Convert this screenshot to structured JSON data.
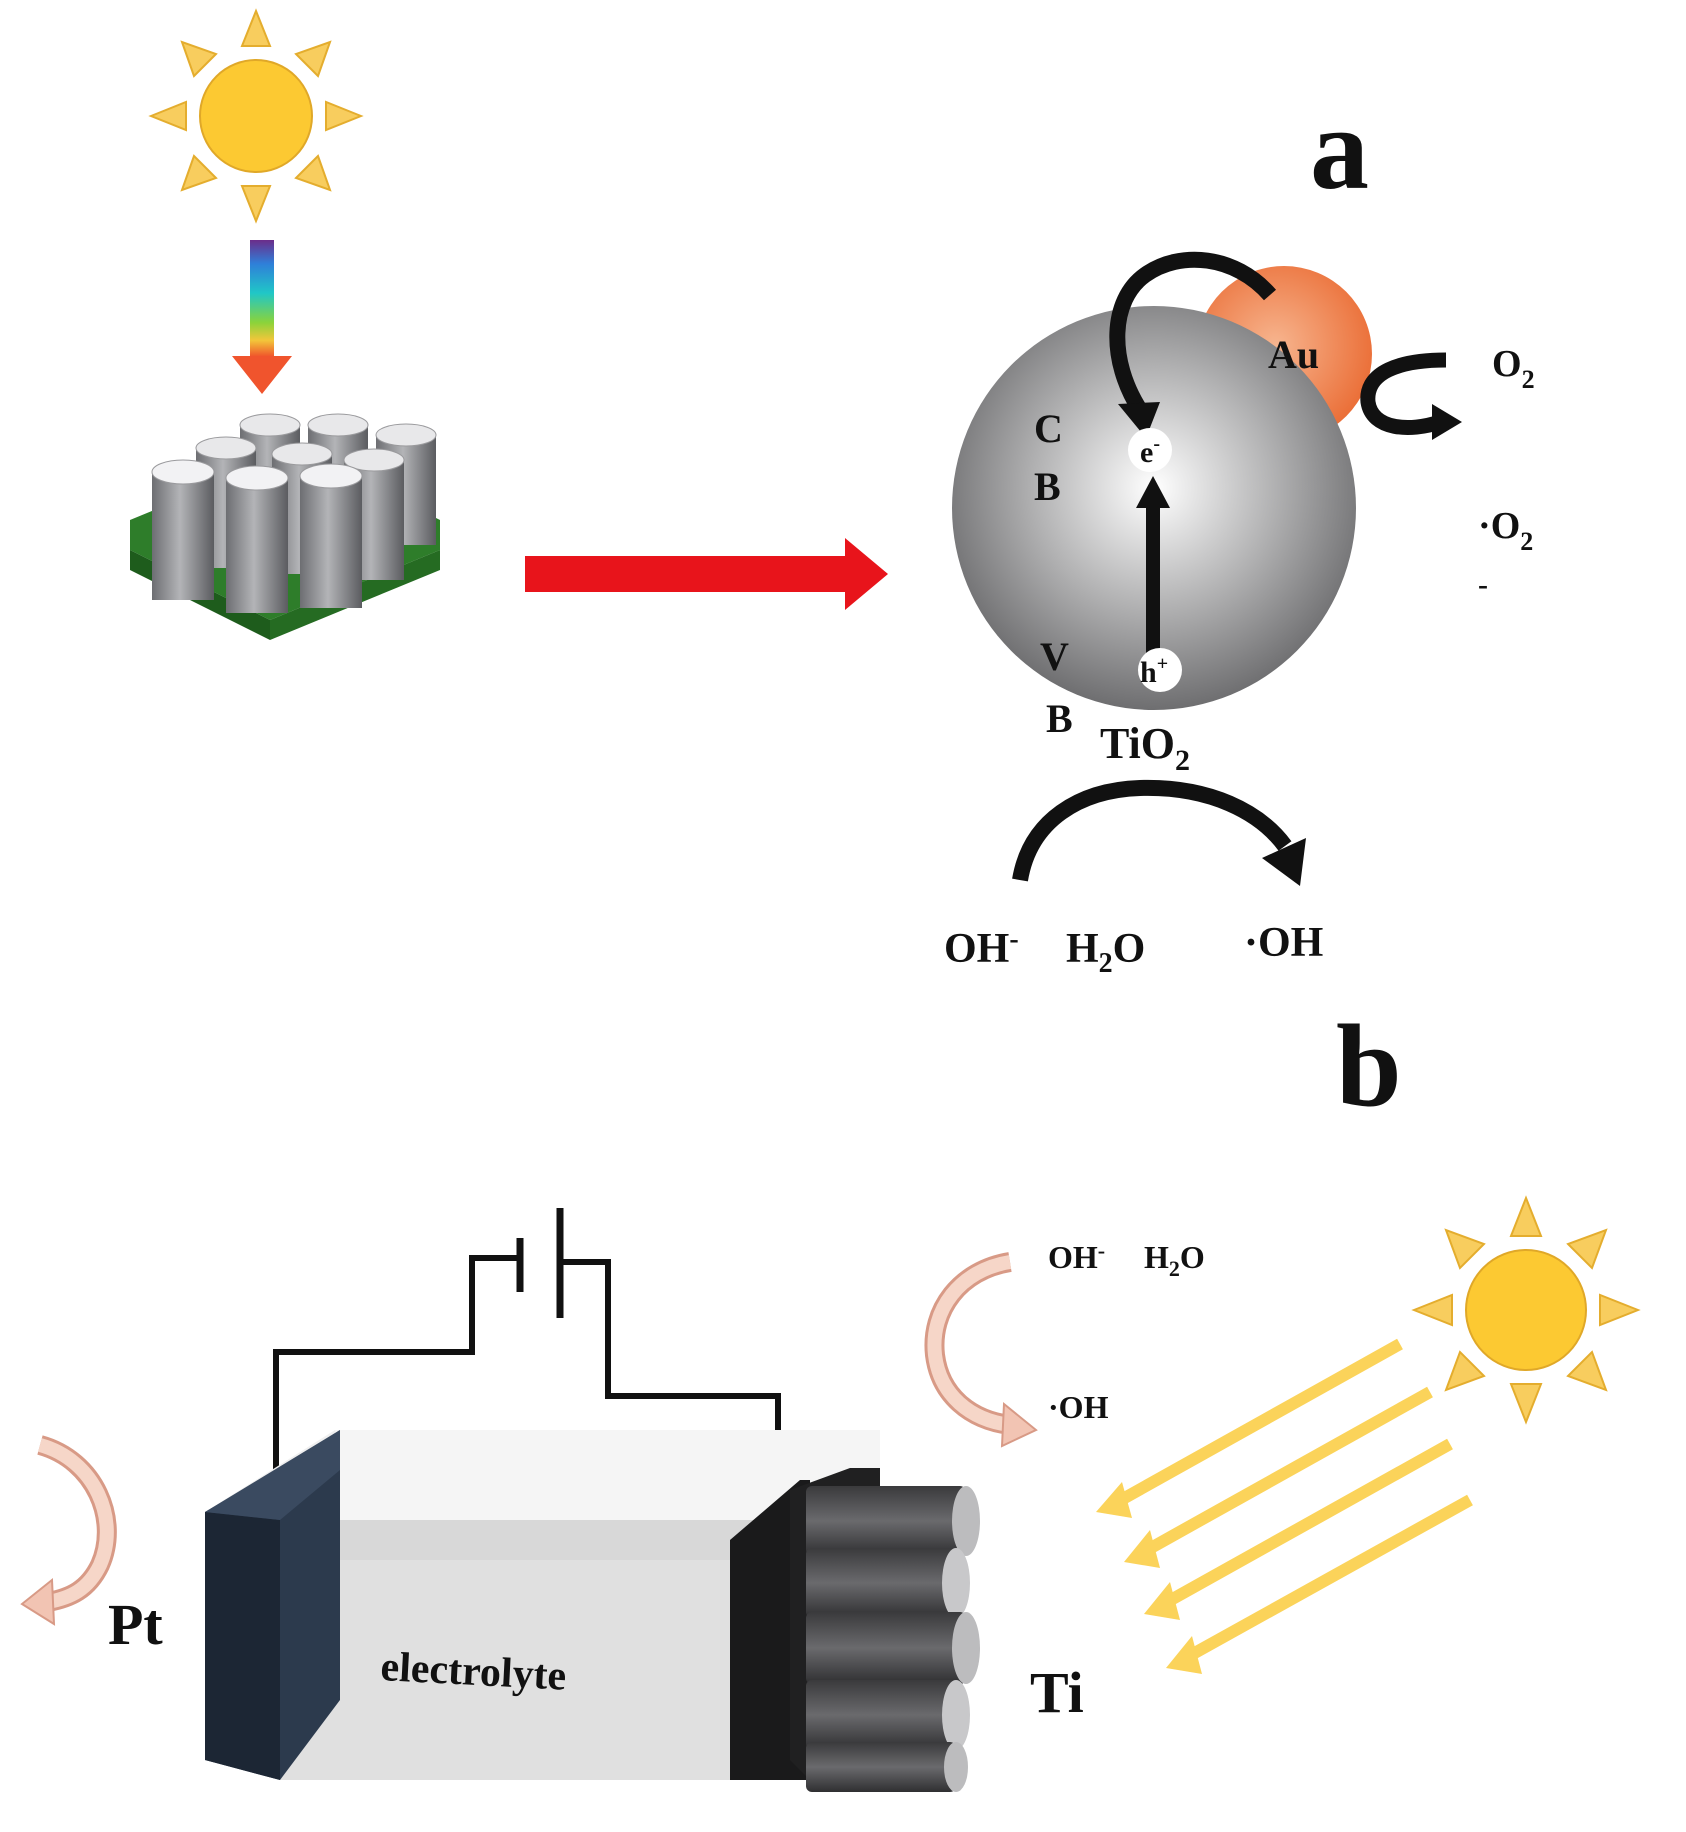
{
  "panel_a": {
    "letter": "a",
    "sphere": {
      "cb_c": "C",
      "cb_b": "B",
      "vb_v": "V",
      "vb_b": "B",
      "electron": "e",
      "electron_sup": "-",
      "hole": "h",
      "hole_sup": "+"
    },
    "au_label": "Au",
    "tio2": {
      "main": "TiO",
      "sub": "2"
    },
    "o2": {
      "main": "O",
      "sub": "2"
    },
    "superoxide": {
      "dot": "·",
      "main": "O",
      "sub": "2",
      "sup": "-"
    },
    "oh_minus": {
      "main": "OH",
      "sup": "-"
    },
    "h2o": {
      "h": "H",
      "sub": "2",
      "o": "O"
    },
    "oh_radical": "·OH",
    "colors": {
      "arrow_red": "#e8141b",
      "sun": "#fcc932",
      "sun_rays": "#f8cd5e",
      "au": "#f07a43",
      "sphere": "#8f8f90"
    }
  },
  "panel_b": {
    "letter": "b",
    "pt_label": "Pt",
    "ti_label": "Ti",
    "electrolyte_label": "electrolyte",
    "oh_minus": {
      "main": "OH",
      "sup": "-"
    },
    "h2o": {
      "h": "H",
      "sub": "2",
      "o": "O"
    },
    "oh_radical": "·OH",
    "colors": {
      "light_rays": "#fbd35a",
      "pt_electrode": "#2c3a4d",
      "electrolyte": "#e4e4e4",
      "curved_arrow": "#f2c4b3"
    }
  }
}
